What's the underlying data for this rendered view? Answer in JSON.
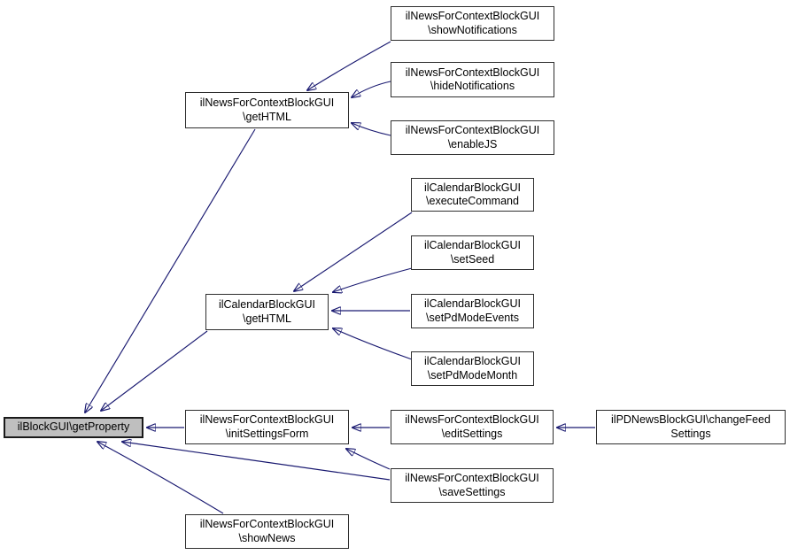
{
  "diagram": {
    "kind": "caller-graph",
    "background": "#ffffff",
    "edge_color": "#191970",
    "node_fill": "#ffffff",
    "node_border": "#2e2e2e",
    "highlight_fill": "#bfbfbf",
    "nodes": {
      "getProperty": {
        "line1": "ilBlockGUI\\getProperty",
        "line2": ""
      },
      "newsGetHTML": {
        "line1": "ilNewsForContextBlockGUI",
        "line2": "\\getHTML"
      },
      "showNotifications": {
        "line1": "ilNewsForContextBlockGUI",
        "line2": "\\showNotifications"
      },
      "hideNotifications": {
        "line1": "ilNewsForContextBlockGUI",
        "line2": "\\hideNotifications"
      },
      "enableJS": {
        "line1": "ilNewsForContextBlockGUI",
        "line2": "\\enableJS"
      },
      "calGetHTML": {
        "line1": "ilCalendarBlockGUI",
        "line2": "\\getHTML"
      },
      "executeCommand": {
        "line1": "ilCalendarBlockGUI",
        "line2": "\\executeCommand"
      },
      "setSeed": {
        "line1": "ilCalendarBlockGUI",
        "line2": "\\setSeed"
      },
      "setPdModeEvents": {
        "line1": "ilCalendarBlockGUI",
        "line2": "\\setPdModeEvents"
      },
      "setPdModeMonth": {
        "line1": "ilCalendarBlockGUI",
        "line2": "\\setPdModeMonth"
      },
      "initSettingsForm": {
        "line1": "ilNewsForContextBlockGUI",
        "line2": "\\initSettingsForm"
      },
      "showNews": {
        "line1": "ilNewsForContextBlockGUI",
        "line2": "\\showNews"
      },
      "editSettings": {
        "line1": "ilNewsForContextBlockGUI",
        "line2": "\\editSettings"
      },
      "changeFeedSettings": {
        "line1": "ilPDNewsBlockGUI\\changeFeed",
        "line2": "Settings"
      },
      "saveSettings": {
        "line1": "ilNewsForContextBlockGUI",
        "line2": "\\saveSettings"
      }
    },
    "edges": [
      {
        "from": "newsGetHTML",
        "to": "getProperty"
      },
      {
        "from": "calGetHTML",
        "to": "getProperty"
      },
      {
        "from": "initSettingsForm",
        "to": "getProperty"
      },
      {
        "from": "saveSettings",
        "to": "getProperty"
      },
      {
        "from": "showNews",
        "to": "getProperty"
      },
      {
        "from": "showNotifications",
        "to": "newsGetHTML"
      },
      {
        "from": "hideNotifications",
        "to": "newsGetHTML"
      },
      {
        "from": "enableJS",
        "to": "newsGetHTML"
      },
      {
        "from": "executeCommand",
        "to": "calGetHTML"
      },
      {
        "from": "setSeed",
        "to": "calGetHTML"
      },
      {
        "from": "setPdModeEvents",
        "to": "calGetHTML"
      },
      {
        "from": "setPdModeMonth",
        "to": "calGetHTML"
      },
      {
        "from": "editSettings",
        "to": "initSettingsForm"
      },
      {
        "from": "saveSettings",
        "to": "initSettingsForm"
      },
      {
        "from": "changeFeedSettings",
        "to": "editSettings"
      }
    ]
  }
}
